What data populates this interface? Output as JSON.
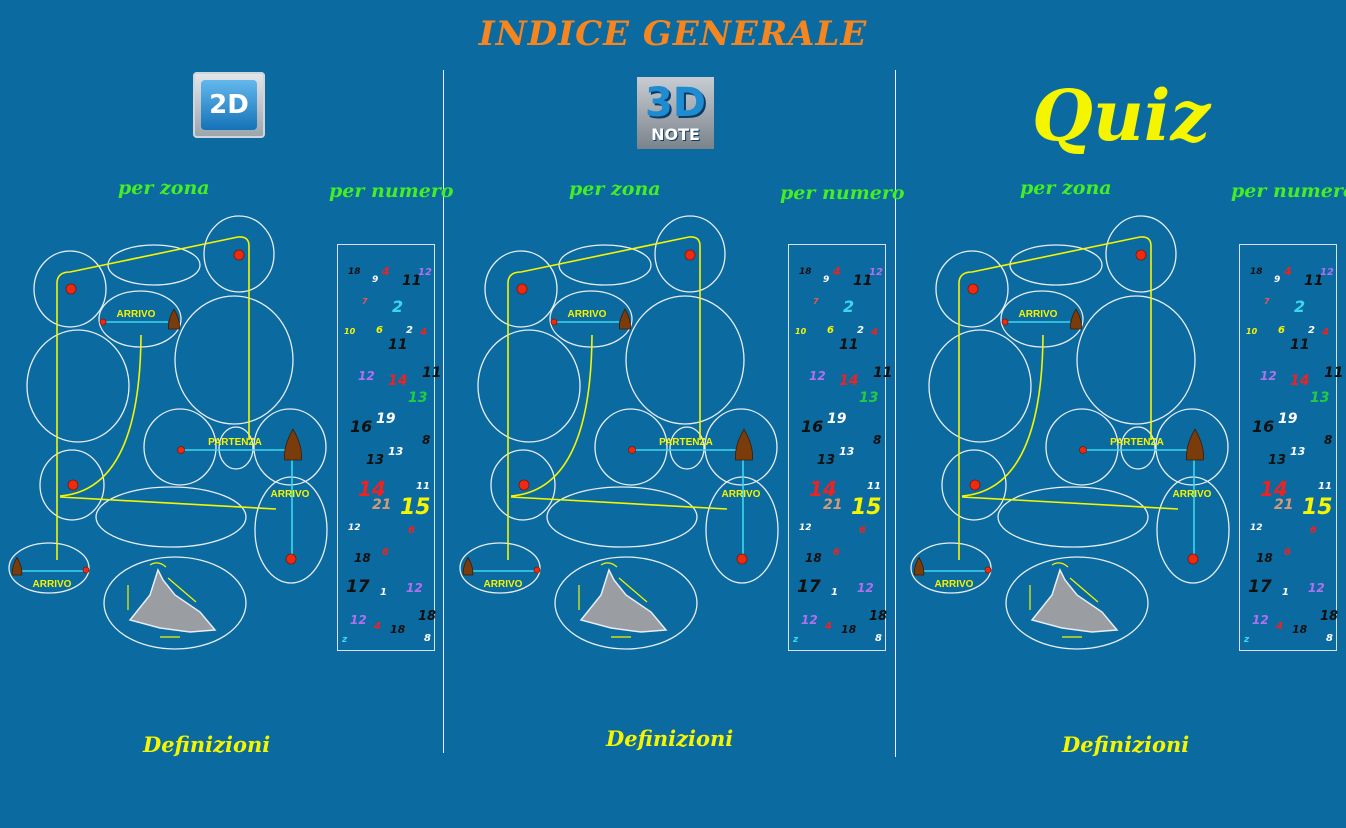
{
  "title": "INDICE GENERALE",
  "columns": [
    {
      "logo_icon": "2d-logo-icon",
      "logo_text": "2D",
      "per_zona_label": "per zona",
      "per_numero_label": "per numero",
      "definizioni_label": "Definizioni",
      "map_labels": {
        "arrivo_top": "ARRIVO",
        "partenza": "PARTENZA",
        "arrivo_right": "ARRIVO",
        "arrivo_bottom": "ARRIVO"
      }
    },
    {
      "logo_icon": "3d-note-logo-icon",
      "logo_text": "3D",
      "logo_subtext": "NOTE",
      "per_zona_label": "per zona",
      "per_numero_label": "per numero",
      "definizioni_label": "Definizioni",
      "map_labels": {
        "arrivo_top": "ARRIVO",
        "partenza": "PARTENZA",
        "arrivo_right": "ARRIVO",
        "arrivo_bottom": "ARRIVO"
      }
    },
    {
      "logo_text": "Quiz",
      "per_zona_label": "per zona",
      "per_numero_label": "per numero",
      "definizioni_label": "Definizioni",
      "map_labels": {
        "arrivo_top": "ARRIVO",
        "partenza": "PARTENZA",
        "arrivo_right": "ARRIVO",
        "arrivo_bottom": "ARRIVO"
      }
    }
  ],
  "number_panel": [
    {
      "t": "18",
      "c": "#111111"
    },
    {
      "t": "9",
      "c": "#ffffff"
    },
    {
      "t": "4",
      "c": "#ee2222"
    },
    {
      "t": "11",
      "c": "#111111"
    },
    {
      "t": "12",
      "c": "#b070f0"
    },
    {
      "t": "7",
      "c": "#ee5555"
    },
    {
      "t": "2",
      "c": "#3ad8ee"
    },
    {
      "t": "10",
      "c": "#f5f500"
    },
    {
      "t": "6",
      "c": "#f5f500"
    },
    {
      "t": "11",
      "c": "#111111"
    },
    {
      "t": "2",
      "c": "#ffffff"
    },
    {
      "t": "4",
      "c": "#ee2222"
    },
    {
      "t": "12",
      "c": "#b070f0"
    },
    {
      "t": "14",
      "c": "#ee2222"
    },
    {
      "t": "11",
      "c": "#111111"
    },
    {
      "t": "13",
      "c": "#22cc44"
    },
    {
      "t": "16",
      "c": "#111111"
    },
    {
      "t": "19",
      "c": "#ffffff"
    },
    {
      "t": "13",
      "c": "#ffffff"
    },
    {
      "t": "8",
      "c": "#111111"
    },
    {
      "t": "13",
      "c": "#111111"
    },
    {
      "t": "14",
      "c": "#ee2222"
    },
    {
      "t": "21",
      "c": "#d29a78"
    },
    {
      "t": "15",
      "c": "#f5f500"
    },
    {
      "t": "11",
      "c": "#ffffff"
    },
    {
      "t": "12",
      "c": "#ffffff"
    },
    {
      "t": "6",
      "c": "#ee2222"
    },
    {
      "t": "18",
      "c": "#111111"
    },
    {
      "t": "6",
      "c": "#ee2222"
    },
    {
      "t": "17",
      "c": "#111111"
    },
    {
      "t": "1",
      "c": "#ffffff"
    },
    {
      "t": "12",
      "c": "#b070f0"
    },
    {
      "t": "12",
      "c": "#b070f0"
    },
    {
      "t": "4",
      "c": "#ee2222"
    },
    {
      "t": "18",
      "c": "#111111"
    },
    {
      "t": "18",
      "c": "#111111"
    },
    {
      "t": "8",
      "c": "#ffffff"
    },
    {
      "t": "z",
      "c": "#3ad8ee"
    }
  ],
  "colors": {
    "background": "#0b6aa0",
    "title": "#f5851f",
    "green_links": "#44ee22",
    "yellow": "#f5f500",
    "outline": "#e8eef4"
  }
}
